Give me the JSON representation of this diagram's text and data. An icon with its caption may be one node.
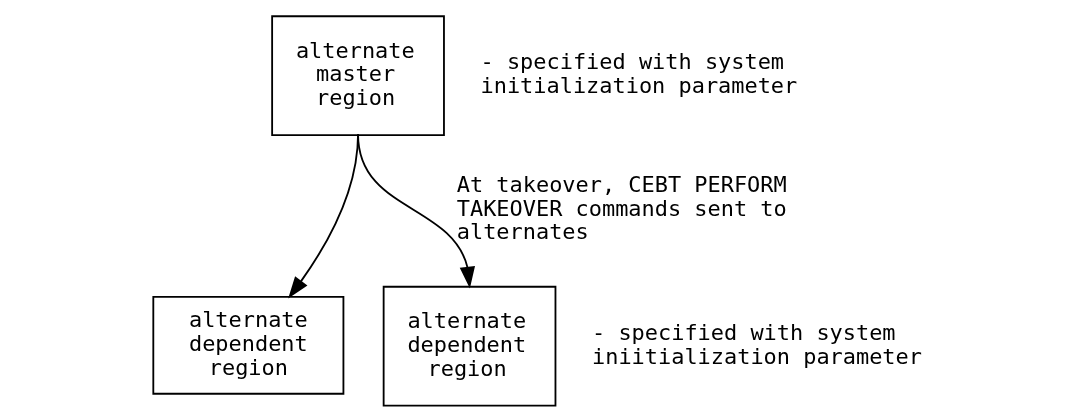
{
  "diagram": {
    "nodes": [
      {
        "text": [
          "alternate master region"
        ],
        "beside": [
          "- specified with system initialization parameter"
        ]
      },
      {
        "text": [
          "alternate dependent region"
        ]
      },
      {
        "text": [
          "alternate dependent region"
        ],
        "beside": [
          "- specified with system iniitialization parameter"
        ]
      }
    ],
    "edges": [
      {
        "from": 0,
        "to": 1,
        "arrow": "to"
      },
      {
        "from": 0,
        "to": 2,
        "arrow": "to",
        "label": "At takeover, CEBT PERFORM TAKEOVER commands sent to alternates"
      }
    ]
  }
}
